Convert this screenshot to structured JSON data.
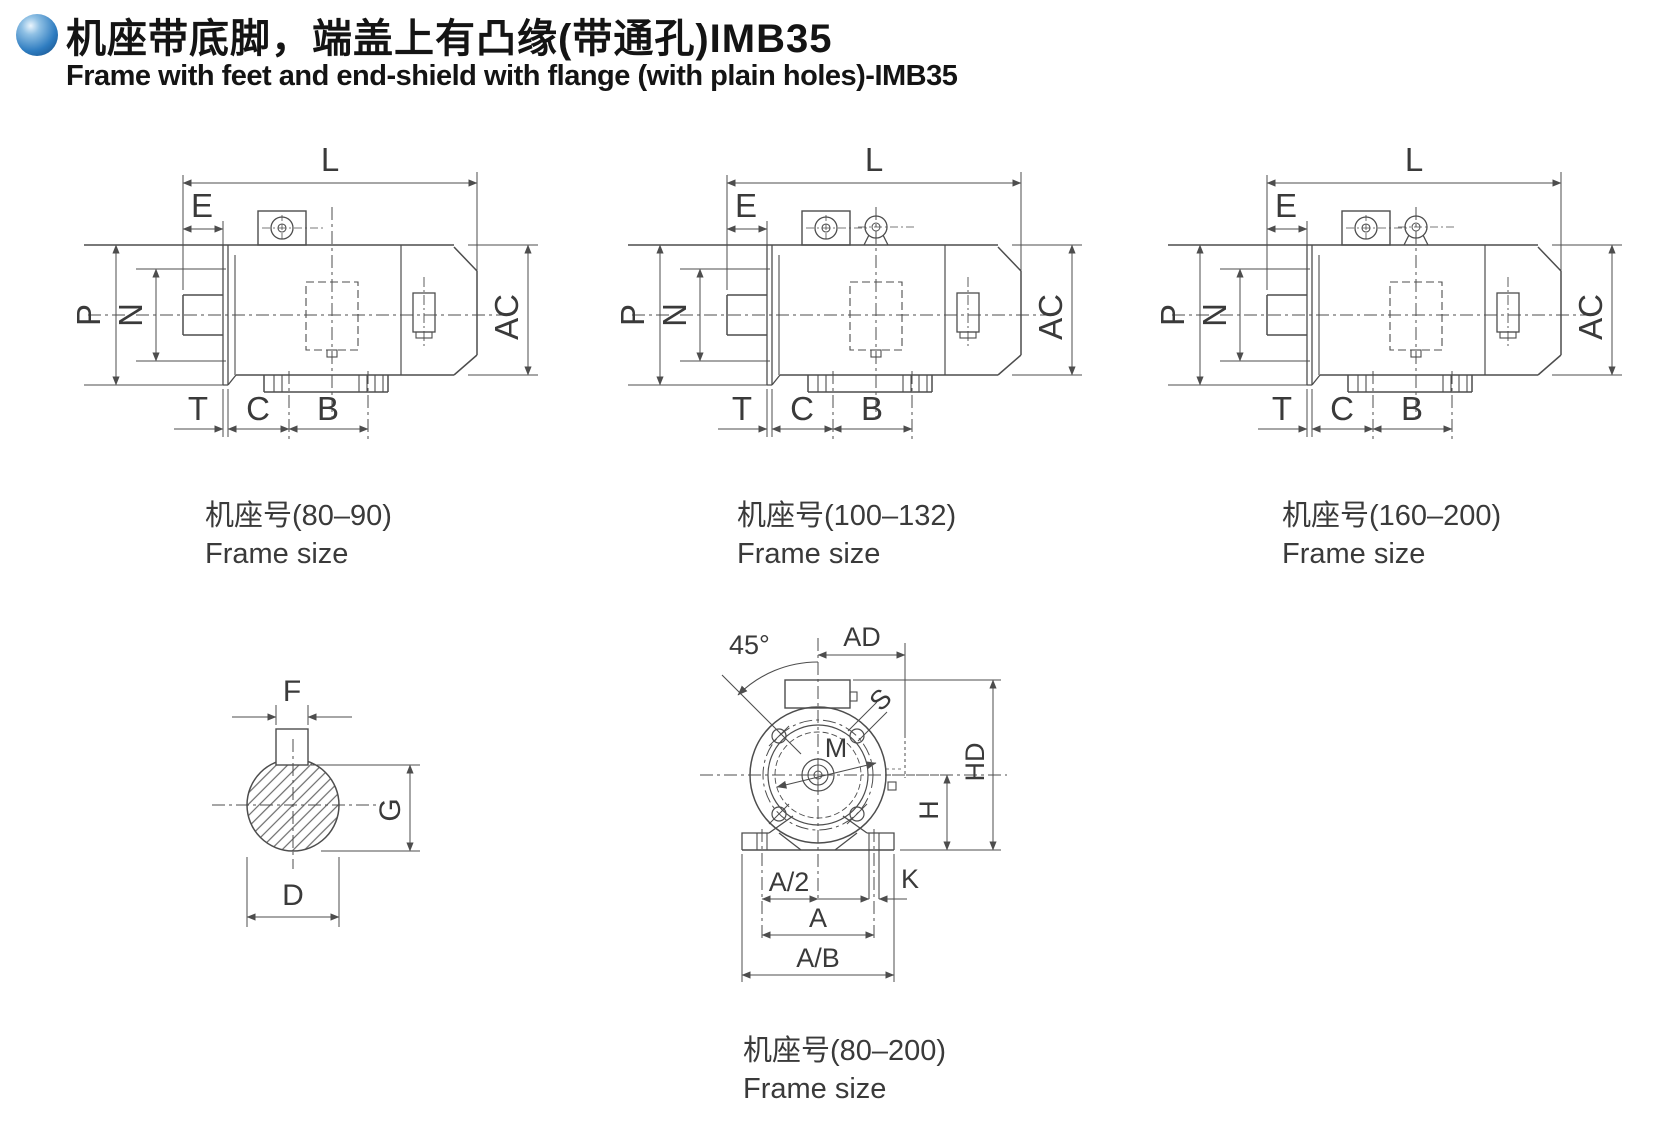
{
  "header": {
    "title_zh": "机座带底脚，端盖上有凸缘(带通孔)IMB35",
    "title_en": "Frame with feet and end-shield with flange (with plain holes)-IMB35"
  },
  "dims": {
    "L": "L",
    "E": "E",
    "P": "P",
    "N": "N",
    "AC": "AC",
    "T": "T",
    "C": "C",
    "B": "B"
  },
  "side_views": [
    {
      "caption_zh": "机座号(80–90)",
      "caption_en": "Frame size",
      "has_eyebolt": false
    },
    {
      "caption_zh": "机座号(100–132)",
      "caption_en": "Frame size",
      "has_eyebolt": true
    },
    {
      "caption_zh": "机座号(160–200)",
      "caption_en": "Frame size",
      "has_eyebolt": true
    }
  ],
  "shaft_section": {
    "dims": {
      "F": "F",
      "G": "G",
      "D": "D"
    }
  },
  "front_view": {
    "caption_zh": "机座号(80–200)",
    "caption_en": "Frame size",
    "dims": {
      "angle": "45°",
      "AD": "AD",
      "S": "S",
      "M": "M",
      "HD": "HD",
      "H": "H",
      "A_half": "A/2",
      "A": "A",
      "A_B": "A/B",
      "K": "K"
    }
  },
  "colors": {
    "line": "#4d4d4d",
    "text": "#3a3a3a",
    "title": "#141414",
    "bullet": "#2e7cc0"
  }
}
